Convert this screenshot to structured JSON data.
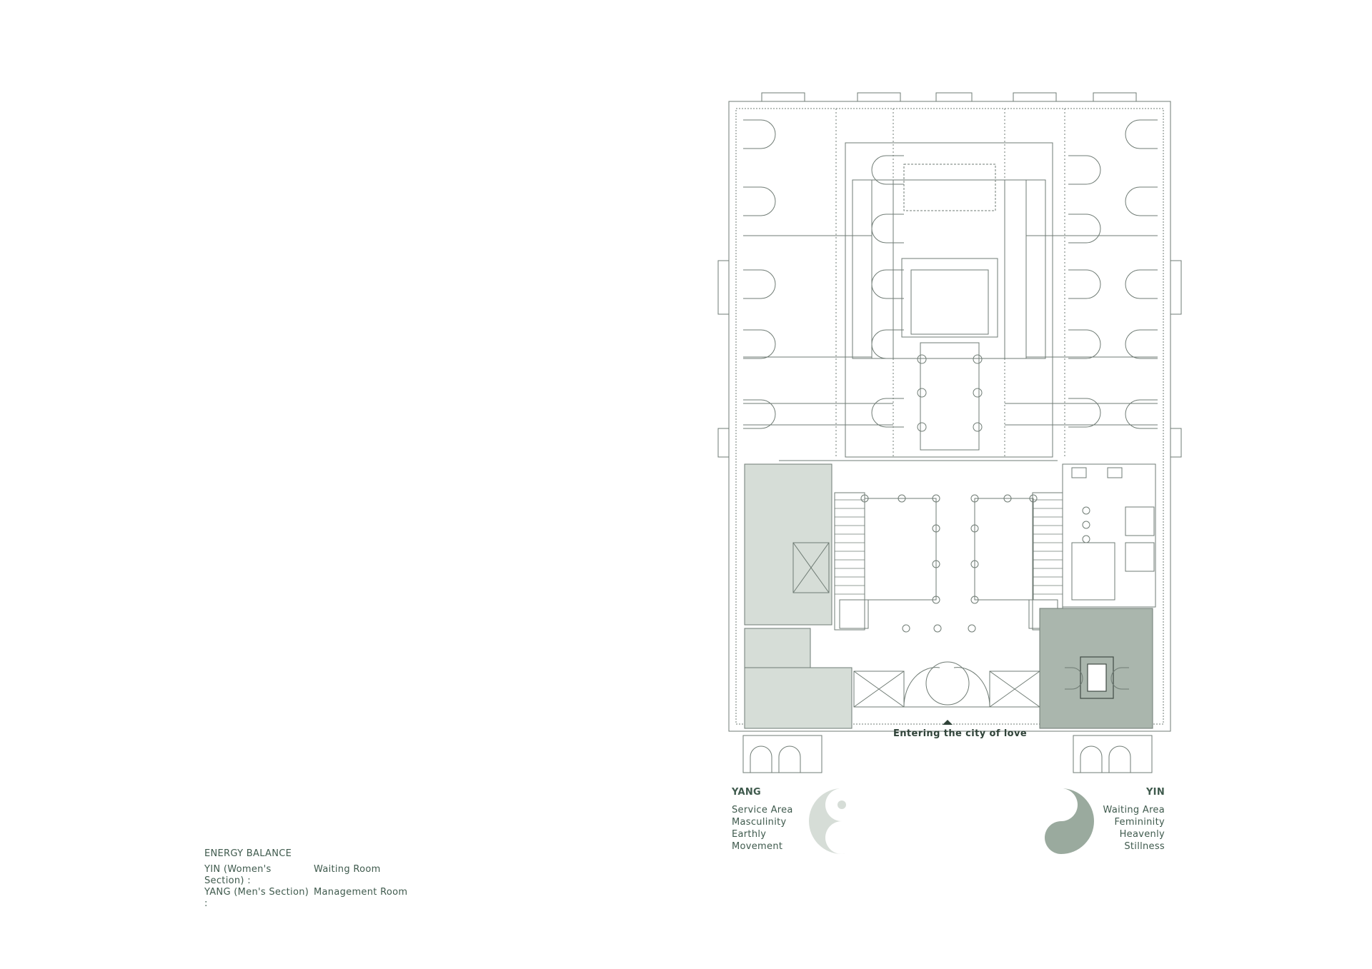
{
  "caption": {
    "title": "ENERGY BALANCE",
    "rows": [
      {
        "key": "YIN (Women's Section) :",
        "value": "Waiting Room"
      },
      {
        "key": "YANG (Men's Section) :",
        "value": "Management Room"
      }
    ]
  },
  "entrance_label": "Entering the city of love",
  "yang": {
    "title": "YANG",
    "items": [
      "Service Area",
      "Masculinity",
      "Earthly",
      "Movement"
    ]
  },
  "yin": {
    "title": "YIN",
    "items": [
      "Waiting Area",
      "Femininity",
      "Heavenly",
      "Stillness"
    ]
  },
  "colors": {
    "line": "#6f7b74",
    "yang_fill": "#d6ddd7",
    "yin_fill": "#9aaa9e",
    "text": "#3f5a4d"
  },
  "icons": [
    "yang-symbol-icon",
    "yin-symbol-icon",
    "entrance-arrow-icon"
  ]
}
